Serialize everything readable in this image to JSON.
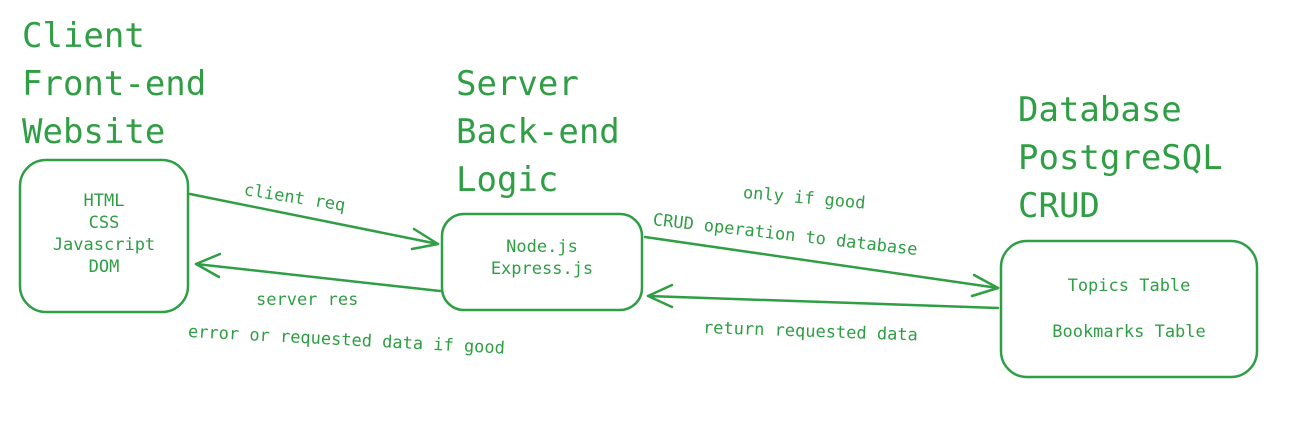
{
  "colors": {
    "stroke": "#2f9e44",
    "background": "#ffffff"
  },
  "client": {
    "title_lines": [
      "Client",
      "Front-end",
      "Website"
    ],
    "items": [
      "HTML",
      "CSS",
      "Javascript",
      "DOM"
    ]
  },
  "server": {
    "title_lines": [
      "Server",
      "Back-end",
      "Logic"
    ],
    "items": [
      "Node.js",
      "Express.js"
    ]
  },
  "database": {
    "title_lines": [
      "Database",
      "PostgreSQL",
      "CRUD"
    ],
    "items": [
      "Topics Table",
      "Bookmarks Table"
    ]
  },
  "arrows": {
    "client_to_server": {
      "label": "client req"
    },
    "server_to_client": {
      "label_line1": "server res",
      "label_line2": "error or requested data if good"
    },
    "server_to_database": {
      "label_line1": "only if good",
      "label_line2": "CRUD operation to database"
    },
    "database_to_server": {
      "label": "return requested data"
    }
  }
}
